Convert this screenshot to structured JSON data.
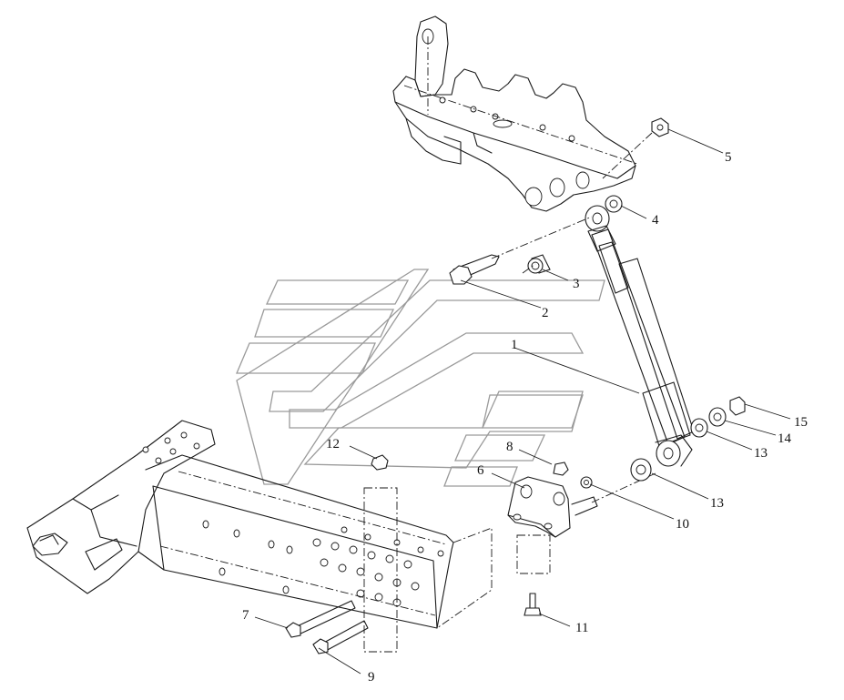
{
  "diagram": {
    "callouts": [
      {
        "id": "1",
        "label": "1"
      },
      {
        "id": "2",
        "label": "2"
      },
      {
        "id": "3",
        "label": "3"
      },
      {
        "id": "4",
        "label": "4"
      },
      {
        "id": "5",
        "label": "5"
      },
      {
        "id": "6",
        "label": "6"
      },
      {
        "id": "7",
        "label": "7"
      },
      {
        "id": "8",
        "label": "8"
      },
      {
        "id": "9",
        "label": "9"
      },
      {
        "id": "10",
        "label": "10"
      },
      {
        "id": "11",
        "label": "11"
      },
      {
        "id": "12",
        "label": "12"
      },
      {
        "id": "13a",
        "label": "13"
      },
      {
        "id": "13b",
        "label": "13"
      },
      {
        "id": "14",
        "label": "14"
      },
      {
        "id": "15",
        "label": "15"
      }
    ]
  }
}
